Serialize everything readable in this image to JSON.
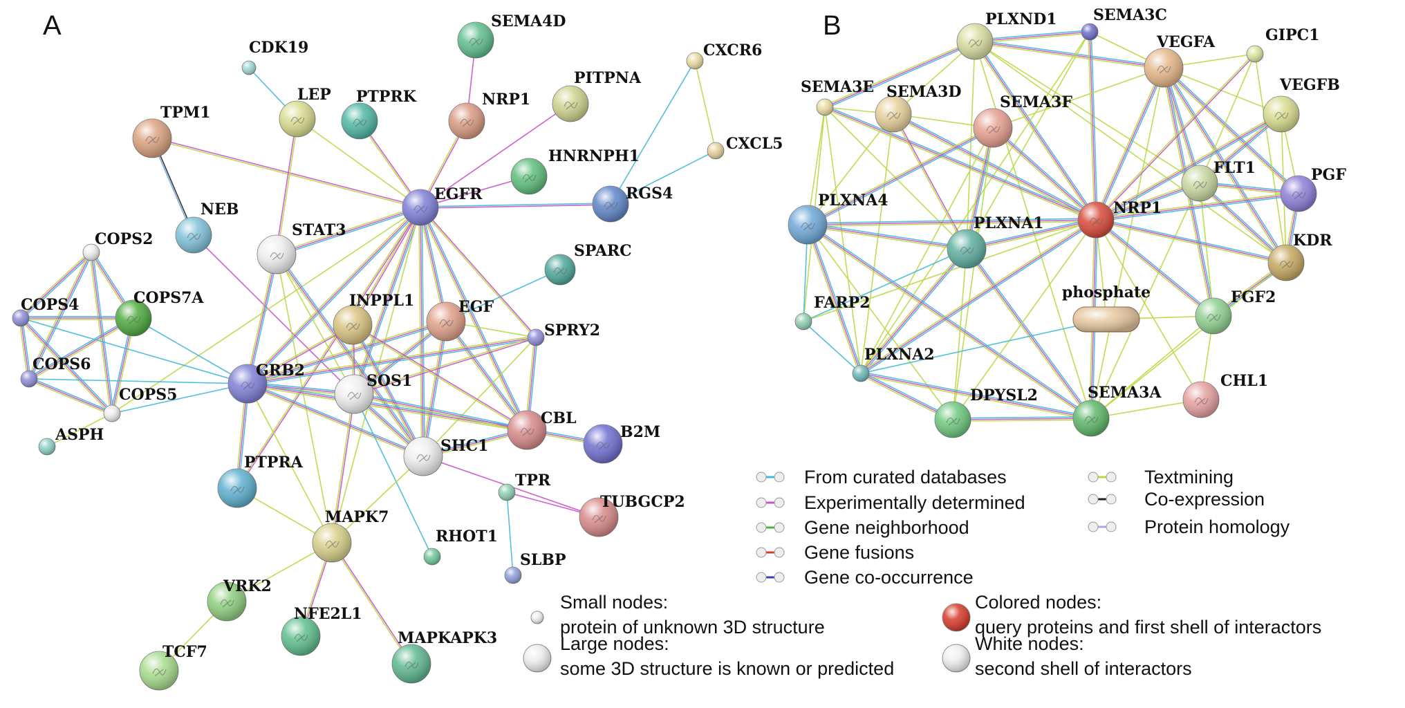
{
  "panels": [
    {
      "label": "A",
      "nodes": [
        {
          "id": "CDK19",
          "color": "#9fd8d4"
        },
        {
          "id": "SEMA4D",
          "color": "#5fbf8f"
        },
        {
          "id": "CXCR6",
          "color": "#eadba0"
        },
        {
          "id": "LEP",
          "color": "#d8dc8e"
        },
        {
          "id": "PTPRK",
          "color": "#4fb7a5"
        },
        {
          "id": "NRP1",
          "color": "#d99a82"
        },
        {
          "id": "PITPNA",
          "color": "#cfd38e"
        },
        {
          "id": "TPM1",
          "color": "#dba27f"
        },
        {
          "id": "CXCL5",
          "color": "#e5d19a"
        },
        {
          "id": "HNRNPH1",
          "color": "#5fbf7d"
        },
        {
          "id": "EGFR",
          "color": "#7f7fd8"
        },
        {
          "id": "RGS4",
          "color": "#5f86c8"
        },
        {
          "id": "NEB",
          "color": "#80c2d8"
        },
        {
          "id": "STAT3",
          "color": "#eeeeee"
        },
        {
          "id": "COPS2",
          "color": "#eeeeee"
        },
        {
          "id": "SPARC",
          "color": "#4ea89a"
        },
        {
          "id": "COPS4",
          "color": "#8f8fd8"
        },
        {
          "id": "COPS7A",
          "color": "#4faa3f"
        },
        {
          "id": "INPPL1",
          "color": "#d8c27f"
        },
        {
          "id": "EGF",
          "color": "#e0a08a"
        },
        {
          "id": "SPRY2",
          "color": "#8f8fd8"
        },
        {
          "id": "COPS6",
          "color": "#8f8fd8"
        },
        {
          "id": "GRB2",
          "color": "#7f7fd8"
        },
        {
          "id": "SOS1",
          "color": "#eeeeee"
        },
        {
          "id": "COPS5",
          "color": "#eeeeee"
        },
        {
          "id": "CBL",
          "color": "#d88a8a"
        },
        {
          "id": "B2M",
          "color": "#6f6fd0"
        },
        {
          "id": "ASPH",
          "color": "#8fd0c8"
        },
        {
          "id": "SHC1",
          "color": "#eeeeee"
        },
        {
          "id": "PTPRA",
          "color": "#5fb0d0"
        },
        {
          "id": "TPR",
          "color": "#8fd0b0"
        },
        {
          "id": "TUBGCP2",
          "color": "#d88a8a"
        },
        {
          "id": "MAPK7",
          "color": "#d8d08a"
        },
        {
          "id": "RHOT1",
          "color": "#6fc89a"
        },
        {
          "id": "SLBP",
          "color": "#8f9fd8"
        },
        {
          "id": "VRK2",
          "color": "#8fcf7f"
        },
        {
          "id": "NFE2L1",
          "color": "#5fbf8f"
        },
        {
          "id": "MAPKAPK3",
          "color": "#5fb890"
        },
        {
          "id": "TCF7",
          "color": "#a8dc8e"
        }
      ],
      "edges": [
        [
          "CDK19",
          "LEP",
          "c"
        ],
        [
          "SEMA4D",
          "NRP1",
          "x"
        ],
        [
          "CXCR6",
          "RGS4",
          "c"
        ],
        [
          "CXCR6",
          "CXCL5",
          "t"
        ],
        [
          "CXCL5",
          "RGS4",
          "c"
        ],
        [
          "TPM1",
          "NEB",
          "ke"
        ],
        [
          "TPM1",
          "EGFR",
          "xt"
        ],
        [
          "LEP",
          "STAT3",
          "tx"
        ],
        [
          "LEP",
          "EGFR",
          "t"
        ],
        [
          "PTPRK",
          "EGFR",
          "xt"
        ],
        [
          "NRP1",
          "EGFR",
          "xt"
        ],
        [
          "PITPNA",
          "EGFR",
          "x"
        ],
        [
          "HNRNPH1",
          "EGFR",
          "x"
        ],
        [
          "EGFR",
          "RGS4",
          "cx"
        ],
        [
          "NEB",
          "SOS1",
          "x"
        ],
        [
          "EGFR",
          "STAT3",
          "cxt"
        ],
        [
          "EGFR",
          "GRB2",
          "cxt"
        ],
        [
          "EGFR",
          "SOS1",
          "cxt"
        ],
        [
          "EGFR",
          "SHC1",
          "cxt"
        ],
        [
          "EGFR",
          "CBL",
          "cxt"
        ],
        [
          "EGFR",
          "EGF",
          "cxt"
        ],
        [
          "EGFR",
          "INPPL1",
          "xt"
        ],
        [
          "EGFR",
          "SPRY2",
          "xt"
        ],
        [
          "EGFR",
          "PTPRA",
          "xt"
        ],
        [
          "EGFR",
          "MAPK7",
          "t"
        ],
        [
          "EGFR",
          "COPS5",
          "t"
        ],
        [
          "STAT3",
          "GRB2",
          "cxt"
        ],
        [
          "STAT3",
          "SOS1",
          "t"
        ],
        [
          "STAT3",
          "SHC1",
          "cxt"
        ],
        [
          "STAT3",
          "MAPK7",
          "t"
        ],
        [
          "COPS2",
          "COPS4",
          "cxt"
        ],
        [
          "COPS2",
          "COPS6",
          "cxt"
        ],
        [
          "COPS2",
          "COPS5",
          "cxt"
        ],
        [
          "COPS2",
          "COPS7A",
          "cxt"
        ],
        [
          "COPS4",
          "COPS6",
          "cxt"
        ],
        [
          "COPS4",
          "COPS5",
          "cxt"
        ],
        [
          "COPS4",
          "COPS7A",
          "cxt"
        ],
        [
          "COPS6",
          "COPS5",
          "cxt"
        ],
        [
          "COPS6",
          "COPS7A",
          "cxt"
        ],
        [
          "COPS5",
          "COPS7A",
          "cxt"
        ],
        [
          "COPS5",
          "ASPH",
          "t"
        ],
        [
          "COPS4",
          "GRB2",
          "c"
        ],
        [
          "COPS6",
          "GRB2",
          "c"
        ],
        [
          "COPS5",
          "GRB2",
          "c"
        ],
        [
          "COPS7A",
          "GRB2",
          "c"
        ],
        [
          "SPARC",
          "EGF",
          "c"
        ],
        [
          "EGF",
          "GRB2",
          "cxt"
        ],
        [
          "EGF",
          "SOS1",
          "cxt"
        ],
        [
          "EGF",
          "SHC1",
          "cxt"
        ],
        [
          "EGF",
          "CBL",
          "cxt"
        ],
        [
          "EGF",
          "SPRY2",
          "t"
        ],
        [
          "SPRY2",
          "GRB2",
          "cxt"
        ],
        [
          "SPRY2",
          "CBL",
          "cxt"
        ],
        [
          "SPRY2",
          "SOS1",
          "xt"
        ],
        [
          "SPRY2",
          "SHC1",
          "t"
        ],
        [
          "INPPL1",
          "GRB2",
          "xt"
        ],
        [
          "INPPL1",
          "SHC1",
          "cxt"
        ],
        [
          "INPPL1",
          "SOS1",
          "xt"
        ],
        [
          "INPPL1",
          "CBL",
          "xt"
        ],
        [
          "GRB2",
          "SOS1",
          "cxt"
        ],
        [
          "GRB2",
          "SHC1",
          "cxt"
        ],
        [
          "GRB2",
          "CBL",
          "cxt"
        ],
        [
          "GRB2",
          "PTPRA",
          "cxt"
        ],
        [
          "GRB2",
          "MAPK7",
          "t"
        ],
        [
          "SOS1",
          "SHC1",
          "cxt"
        ],
        [
          "SOS1",
          "CBL",
          "cxt"
        ],
        [
          "SOS1",
          "RHOT1",
          "c"
        ],
        [
          "SOS1",
          "MAPK7",
          "xt"
        ],
        [
          "SHC1",
          "CBL",
          "cxt"
        ],
        [
          "SHC1",
          "MAPK7",
          "t"
        ],
        [
          "SHC1",
          "TUBGCP2",
          "x"
        ],
        [
          "CBL",
          "B2M",
          "cxt"
        ],
        [
          "TPR",
          "SLBP",
          "c"
        ],
        [
          "TPR",
          "TUBGCP2",
          "x"
        ],
        [
          "PTPRA",
          "MAPK7",
          "t"
        ],
        [
          "MAPK7",
          "VRK2",
          "t"
        ],
        [
          "MAPK7",
          "NFE2L1",
          "xt"
        ],
        [
          "MAPK7",
          "MAPKAPK3",
          "xt"
        ],
        [
          "VRK2",
          "TCF7",
          "t"
        ]
      ]
    },
    {
      "label": "B",
      "nodes": [
        {
          "id": "PLXND1",
          "color": "#d8dca0"
        },
        {
          "id": "SEMA3C",
          "color": "#6f6fc8"
        },
        {
          "id": "VEGFA",
          "color": "#e6b88a"
        },
        {
          "id": "GIPC1",
          "color": "#d8e6a0"
        },
        {
          "id": "SEMA3E",
          "color": "#eadba0"
        },
        {
          "id": "SEMA3D",
          "color": "#e6d09a"
        },
        {
          "id": "SEMA3F",
          "color": "#e6a090"
        },
        {
          "id": "VEGFB",
          "color": "#d8dc8e"
        },
        {
          "id": "FLT1",
          "color": "#c8d8a0"
        },
        {
          "id": "PGF",
          "color": "#8f7fd8"
        },
        {
          "id": "PLXNA4",
          "color": "#6fa8d8"
        },
        {
          "id": "PLXNA1",
          "color": "#5fb0a0"
        },
        {
          "id": "NRP1",
          "color": "#d84a3a"
        },
        {
          "id": "KDR",
          "color": "#c8a860"
        },
        {
          "id": "phosphate",
          "color": "#e6c8a0"
        },
        {
          "id": "FARP2",
          "color": "#8fd0b0"
        },
        {
          "id": "FGF2",
          "color": "#8fd08f"
        },
        {
          "id": "PLXNA2",
          "color": "#6fb8b8"
        },
        {
          "id": "CHL1",
          "color": "#e6a0a0"
        },
        {
          "id": "DPYSL2",
          "color": "#6fc87f"
        },
        {
          "id": "SEMA3A",
          "color": "#5fb86a"
        }
      ],
      "edges": [
        [
          "PLXND1",
          "SEMA3C",
          "cxt"
        ],
        [
          "PLXND1",
          "VEGFA",
          "cxt"
        ],
        [
          "PLXND1",
          "SEMA3E",
          "cxt"
        ],
        [
          "PLXND1",
          "NRP1",
          "cxt"
        ],
        [
          "PLXND1",
          "SEMA3D",
          "t"
        ],
        [
          "PLXND1",
          "PLXNA1",
          "t"
        ],
        [
          "PLXND1",
          "SEMA3A",
          "t"
        ],
        [
          "PLXND1",
          "KDR",
          "t"
        ],
        [
          "PLXND1",
          "FLT1",
          "t"
        ],
        [
          "SEMA3C",
          "NRP1",
          "cxt"
        ],
        [
          "SEMA3C",
          "VEGFA",
          "t"
        ],
        [
          "SEMA3C",
          "PLXNA1",
          "t"
        ],
        [
          "SEMA3C",
          "PLXNA2",
          "t"
        ],
        [
          "VEGFA",
          "NRP1",
          "cxt"
        ],
        [
          "VEGFA",
          "KDR",
          "cxt"
        ],
        [
          "VEGFA",
          "FLT1",
          "cxt"
        ],
        [
          "VEGFA",
          "GIPC1",
          "t"
        ],
        [
          "VEGFA",
          "VEGFB",
          "t"
        ],
        [
          "VEGFA",
          "PGF",
          "cxt"
        ],
        [
          "VEGFA",
          "FGF2",
          "cxt"
        ],
        [
          "VEGFA",
          "SEMA3F",
          "t"
        ],
        [
          "VEGFA",
          "SEMA3A",
          "t"
        ],
        [
          "GIPC1",
          "NRP1",
          "xt"
        ],
        [
          "GIPC1",
          "KDR",
          "t"
        ],
        [
          "GIPC1",
          "FLT1",
          "t"
        ],
        [
          "SEMA3E",
          "SEMA3D",
          "t"
        ],
        [
          "SEMA3E",
          "NRP1",
          "cxt"
        ],
        [
          "SEMA3E",
          "PLXNA4",
          "t"
        ],
        [
          "SEMA3E",
          "PLXNA2",
          "t"
        ],
        [
          "SEMA3E",
          "FARP2",
          "t"
        ],
        [
          "SEMA3E",
          "PLXNA1",
          "t"
        ],
        [
          "SEMA3D",
          "NRP1",
          "cxt"
        ],
        [
          "SEMA3D",
          "PLXNA1",
          "xt"
        ],
        [
          "SEMA3D",
          "PLXNA4",
          "t"
        ],
        [
          "SEMA3D",
          "PLXNA2",
          "t"
        ],
        [
          "SEMA3D",
          "SEMA3F",
          "t"
        ],
        [
          "SEMA3F",
          "NRP1",
          "cxt"
        ],
        [
          "SEMA3F",
          "PLXNA1",
          "cxt"
        ],
        [
          "SEMA3F",
          "PLXNA4",
          "cxt"
        ],
        [
          "SEMA3F",
          "PLXNA2",
          "t"
        ],
        [
          "SEMA3F",
          "DPYSL2",
          "t"
        ],
        [
          "VEGFB",
          "NRP1",
          "cxt"
        ],
        [
          "VEGFB",
          "FLT1",
          "cxt"
        ],
        [
          "VEGFB",
          "KDR",
          "t"
        ],
        [
          "VEGFB",
          "PGF",
          "t"
        ],
        [
          "FLT1",
          "NRP1",
          "cxt"
        ],
        [
          "FLT1",
          "PGF",
          "cxt"
        ],
        [
          "FLT1",
          "KDR",
          "cxt"
        ],
        [
          "FLT1",
          "FGF2",
          "t"
        ],
        [
          "FLT1",
          "SEMA3A",
          "t"
        ],
        [
          "PGF",
          "NRP1",
          "cxt"
        ],
        [
          "PGF",
          "KDR",
          "cxt"
        ],
        [
          "PLXNA4",
          "NRP1",
          "cxt"
        ],
        [
          "PLXNA4",
          "PLXNA1",
          "cxt"
        ],
        [
          "PLXNA4",
          "FARP2",
          "c"
        ],
        [
          "PLXNA4",
          "PLXNA2",
          "cxt"
        ],
        [
          "PLXNA4",
          "SEMA3A",
          "cxt"
        ],
        [
          "PLXNA4",
          "DPYSL2",
          "t"
        ],
        [
          "PLXNA1",
          "NRP1",
          "cxt"
        ],
        [
          "PLXNA1",
          "PLXNA2",
          "cxt"
        ],
        [
          "PLXNA1",
          "FARP2",
          "c"
        ],
        [
          "PLXNA1",
          "SEMA3A",
          "cxt"
        ],
        [
          "PLXNA1",
          "DPYSL2",
          "t"
        ],
        [
          "NRP1",
          "KDR",
          "cxt"
        ],
        [
          "NRP1",
          "FGF2",
          "cxt"
        ],
        [
          "NRP1",
          "phosphate",
          "t"
        ],
        [
          "NRP1",
          "SEMA3A",
          "cxt"
        ],
        [
          "NRP1",
          "PLXNA2",
          "cxt"
        ],
        [
          "NRP1",
          "CHL1",
          "t"
        ],
        [
          "NRP1",
          "DPYSL2",
          "t"
        ],
        [
          "NRP1",
          "FARP2",
          "t"
        ],
        [
          "KDR",
          "FGF2",
          "cxt"
        ],
        [
          "KDR",
          "SEMA3A",
          "t"
        ],
        [
          "phosphate",
          "PLXNA2",
          "c"
        ],
        [
          "phosphate",
          "FGF2",
          "t"
        ],
        [
          "FARP2",
          "PLXNA2",
          "c"
        ],
        [
          "FGF2",
          "SEMA3A",
          "t"
        ],
        [
          "FGF2",
          "CHL1",
          "t"
        ],
        [
          "PLXNA2",
          "SEMA3A",
          "cxt"
        ],
        [
          "PLXNA2",
          "DPYSL2",
          "cxt"
        ],
        [
          "CHL1",
          "SEMA3A",
          "t"
        ],
        [
          "DPYSL2",
          "SEMA3A",
          "cxt"
        ]
      ]
    }
  ],
  "legend": {
    "edge_types": [
      {
        "label": "From curated databases",
        "color": "#3fb8d8"
      },
      {
        "label": "Experimentally determined",
        "color": "#c850c8"
      },
      {
        "label": "Gene neighborhood",
        "color": "#3fb83f"
      },
      {
        "label": "Gene fusions",
        "color": "#d83a2a"
      },
      {
        "label": "Gene co-occurrence",
        "color": "#3a3ab8"
      },
      {
        "label": "Textmining",
        "color": "#b8d83f"
      },
      {
        "label": "Co-expression",
        "color": "#222222"
      },
      {
        "label": "Protein homology",
        "color": "#a8a8e8"
      }
    ],
    "node_types": [
      {
        "title": "Small nodes:",
        "desc": "protein of unknown 3D structure",
        "color": "#eeeeee"
      },
      {
        "title": "Large nodes:",
        "desc": "some 3D structure is known or predicted",
        "color": "#eeeeee"
      },
      {
        "title": "Colored nodes:",
        "desc": "query proteins and first shell of interactors",
        "color": "#d83a2a"
      },
      {
        "title": "White nodes:",
        "desc": "second shell of interactors",
        "color": "#eeeeee"
      }
    ]
  }
}
